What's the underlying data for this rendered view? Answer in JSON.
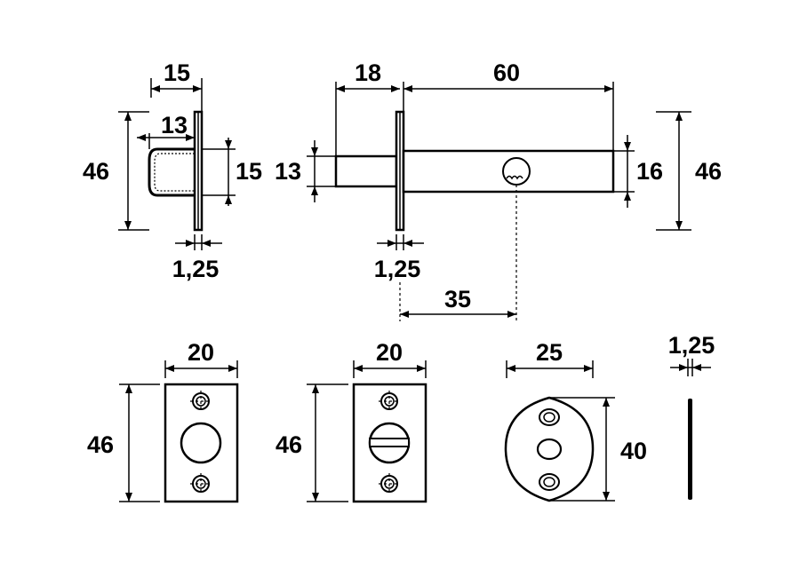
{
  "dimensions": {
    "side_view": {
      "width": "15",
      "inner_width": "13",
      "height": "46",
      "face": "15",
      "plate_thickness": "1,25"
    },
    "bolt_view": {
      "front": "18",
      "length": "60",
      "bolt_height": "13",
      "body_height": "16",
      "plate_height": "46",
      "plate_thickness": "1,25",
      "keyhole_offset": "35"
    },
    "plate_1": {
      "width": "20",
      "height": "46"
    },
    "plate_2": {
      "width": "20",
      "height": "46"
    },
    "escutcheon": {
      "width": "25",
      "height": "40"
    },
    "thin_plate": {
      "thickness": "1,25"
    }
  }
}
